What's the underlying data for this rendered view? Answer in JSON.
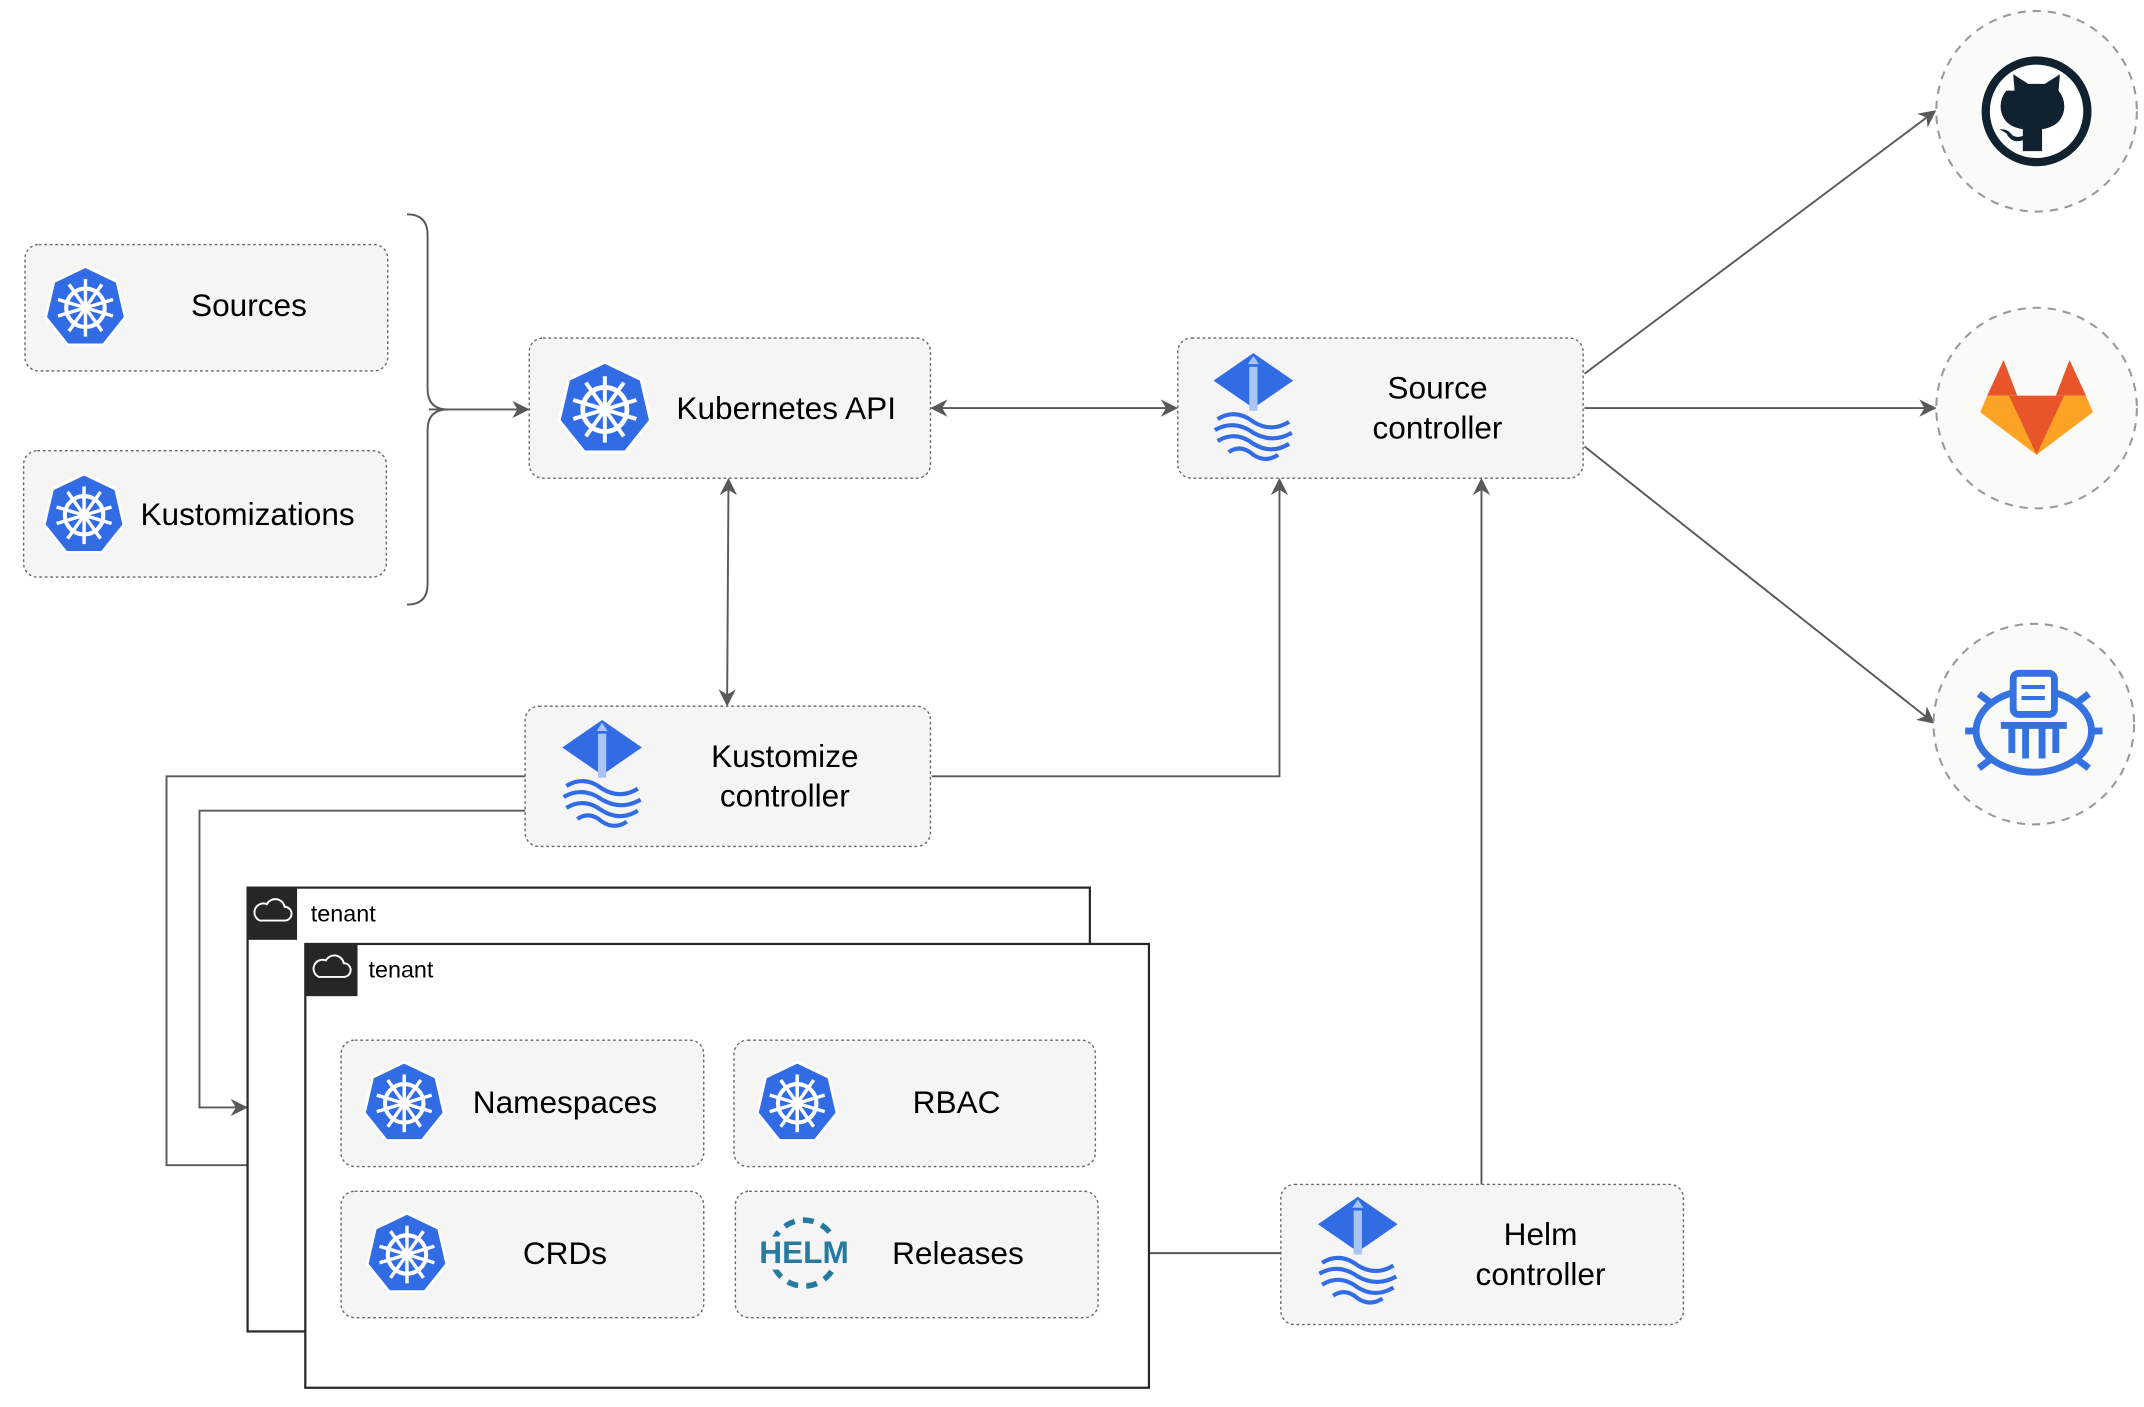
{
  "nodes": {
    "sources": "Sources",
    "kustomizations": "Kustomizations",
    "kubernetes_api": "Kubernetes API",
    "source_controller": [
      "Source",
      "controller"
    ],
    "kustomize_controller": [
      "Kustomize",
      "controller"
    ],
    "helm_controller": [
      "Helm",
      "controller"
    ],
    "namespaces": "Namespaces",
    "rbac": "RBAC",
    "crds": "CRDs",
    "releases": "Releases"
  },
  "tenants": [
    "tenant",
    "tenant"
  ],
  "external": [
    "github-icon",
    "gitlab-icon",
    "bucket-icon"
  ],
  "helm_logo_text": "HELM",
  "colors": {
    "k8s_blue": "#326ce5",
    "edge": "#595959",
    "github": "#10222f",
    "gitlab_red": "#e8552a",
    "gitlab_orange": "#fca326",
    "helm": "#277a9f"
  }
}
